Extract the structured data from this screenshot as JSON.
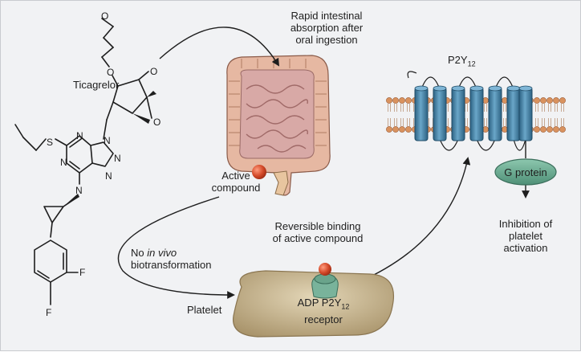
{
  "labels": {
    "drug_name": "Ticagrelor",
    "absorption_line1": "Rapid intestinal",
    "absorption_line2": "absorption after",
    "absorption_line3": "oral ingestion",
    "receptor_title_main": "P2Y",
    "receptor_title_sub": "12",
    "active_line1": "Active",
    "active_line2": "compound",
    "no_biotrans_line1_prefix": "No ",
    "no_biotrans_line1_italic": "in vivo",
    "no_biotrans_line2": "biotransformation",
    "binding_line1": "Reversible binding",
    "binding_line2": "of active compound",
    "platelet": "Platelet",
    "adp_receptor_main": "ADP P2Y",
    "adp_receptor_sub": "12",
    "adp_receptor_line2": "receptor",
    "g_protein": "G protein",
    "inhibition_line1": "Inhibition of",
    "inhibition_line2": "platelet",
    "inhibition_line3": "activation"
  },
  "atoms": {
    "O_top": "O",
    "O_ether": "O",
    "O_hydroxyl_1": "O",
    "O_hydroxyl_2": "O",
    "S": "S",
    "N_1": "N",
    "N_2": "N",
    "N_3": "N",
    "N_4": "N",
    "N_5": "N",
    "N_amine": "N",
    "F_1": "F",
    "F_2": "F"
  },
  "colors": {
    "background": "#f1f2f4",
    "receptor_cylinder": "#3f7fa6",
    "membrane_head": "#d9925e",
    "g_protein": "#5fa38a",
    "active_compound": "#d44a2a",
    "platelet": "#c7b48f",
    "intestine": "#d8a9a6"
  }
}
